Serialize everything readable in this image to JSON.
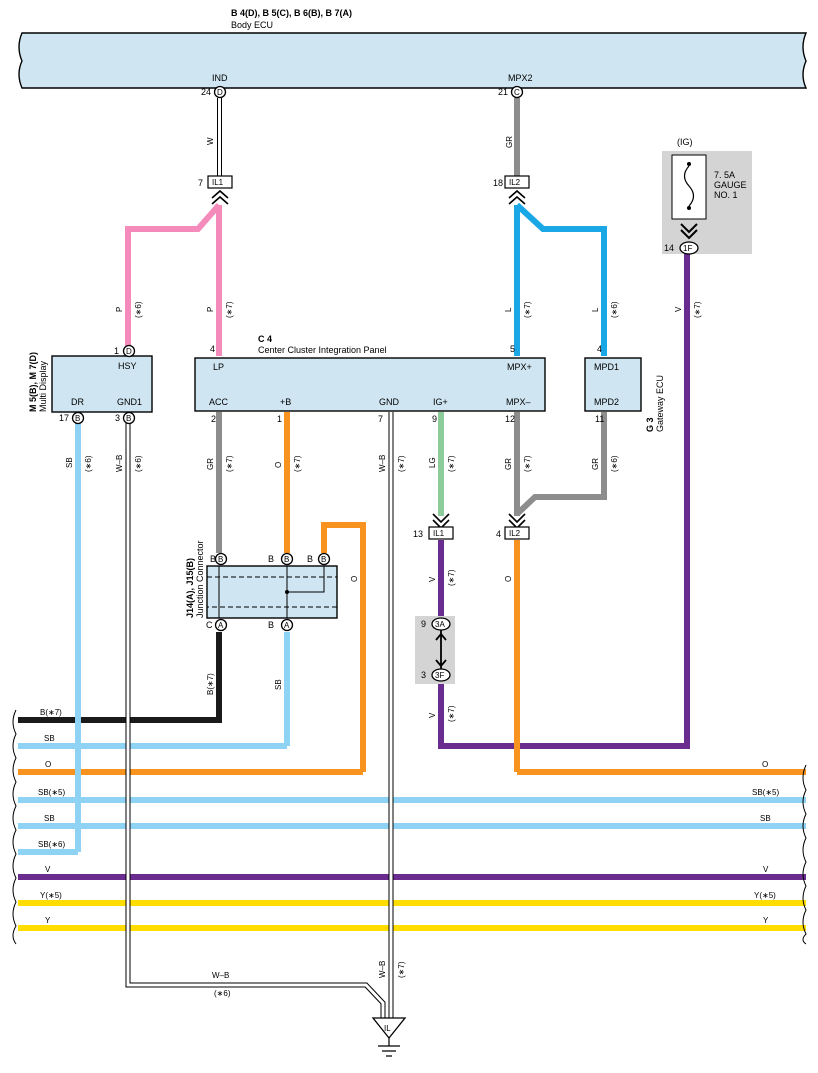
{
  "body_ecu": {
    "codes": "B 4(D), B 5(C), B 6(B), B 7(A)",
    "name": "Body ECU",
    "pin_ind": "IND",
    "pin_ind_no": "24",
    "pin_ind_conn": "D",
    "pin_mpx2": "MPX2",
    "pin_mpx2_no": "21",
    "pin_mpx2_conn": "C"
  },
  "wire_labels": {
    "w": "W",
    "gr": "GR",
    "p": "P",
    "l": "L",
    "v": "V",
    "sb": "SB",
    "wb": "W–B",
    "o": "O",
    "lg": "LG",
    "b7": "B(∗7)",
    "n6": "(∗6)",
    "n7": "(∗7)"
  },
  "connectors": {
    "il1_top": {
      "pin": "7",
      "label": "IL1"
    },
    "il2_top": {
      "pin": "18",
      "label": "IL2"
    },
    "il1_bot": {
      "pin": "13",
      "label": "IL1"
    },
    "il2_bot": {
      "pin": "4",
      "label": "IL2"
    },
    "c3a": {
      "pin": "9",
      "label": "3A"
    },
    "c3f": {
      "pin": "3",
      "label": "3F"
    },
    "c1f": {
      "pin": "14",
      "label": "1F"
    }
  },
  "fuse": {
    "ig": "(IG)",
    "line1": "7. 5A",
    "line2": "GAUGE",
    "line3": "NO. 1"
  },
  "multi_display": {
    "codes": "M 5(B), M 7(D)",
    "name": "Multi Display",
    "hsy": "HSY",
    "hsy_no": "1",
    "hsy_conn": "D",
    "dr": "DR",
    "dr_no": "17",
    "dr_conn": "B",
    "gnd1": "GND1",
    "gnd1_no": "3",
    "gnd1_conn": "B"
  },
  "cluster": {
    "code": "C 4",
    "name": "Center Cluster Integration Panel",
    "lp": "LP",
    "lp_no": "4",
    "mpxp": "MPX+",
    "mpxp_no": "5",
    "acc": "ACC",
    "acc_no": "2",
    "pb": "+B",
    "pb_no": "1",
    "gnd": "GND",
    "gnd_no": "7",
    "ig": "IG+",
    "ig_no": "9",
    "mpxm": "MPX–",
    "mpxm_no": "12"
  },
  "gateway": {
    "code": "G 3",
    "name": "Gateway ECU",
    "mpd1": "MPD1",
    "mpd1_no": "4",
    "mpd2": "MPD2",
    "mpd2_no": "11"
  },
  "junction": {
    "codes": "J14(A), J15(B)",
    "name": "Junction Connector",
    "b": "B",
    "a": "A",
    "c": "C"
  },
  "buses": {
    "b7": "B(∗7)",
    "sb": "SB",
    "o": "O",
    "sb5": "SB(∗5)",
    "sb6": "SB(∗6)",
    "v": "V",
    "y5": "Y(∗5)",
    "y": "Y"
  },
  "ground": {
    "label": "IL",
    "wb": "W–B",
    "n6": "(∗6)",
    "n7": "(∗7)"
  },
  "colors": {
    "pink": "#f48bbb",
    "blue": "#1aa7e6",
    "lightblue": "#8fd3f4",
    "orange": "#f7931e",
    "purple": "#6a2c8e",
    "green": "#8ccb9a",
    "gray": "#8d8d8d",
    "yellow": "#ffdd00",
    "black": "#1a1a1a",
    "ecu_fill": "#cfe6f2",
    "fuse_box": "#d4d4d4"
  }
}
